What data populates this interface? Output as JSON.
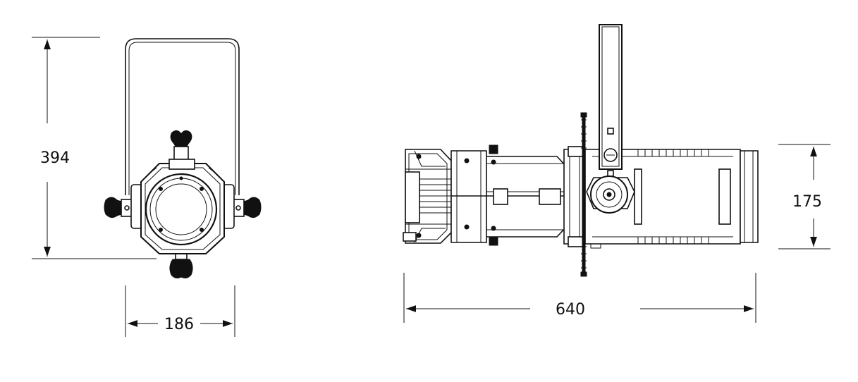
{
  "dimensions": {
    "front_height": "394",
    "front_width": "186",
    "side_length": "640",
    "side_height": "175"
  }
}
